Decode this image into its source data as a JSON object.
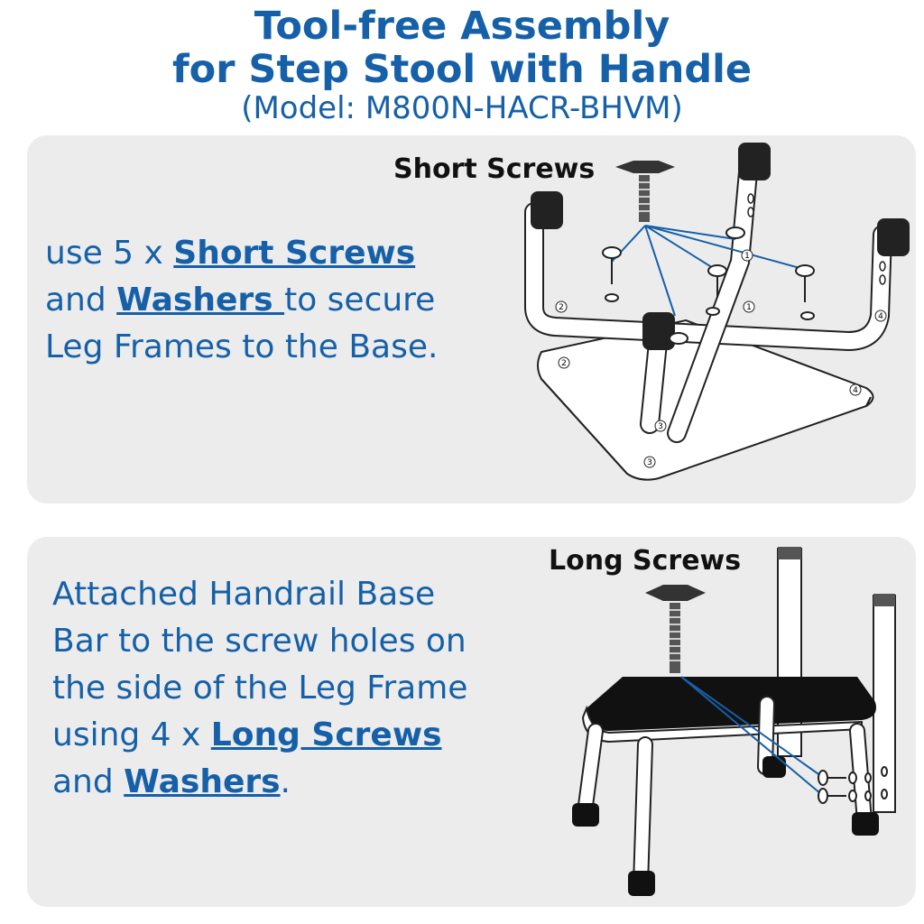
{
  "header": {
    "title_line1": "Tool-free Assembly",
    "title_line2": "for Step Stool with Handle",
    "model": "(Model: M800N-HACR-BHVM)"
  },
  "step1": {
    "label": "Short Screws",
    "text": {
      "p1": "use 5 x ",
      "l1": "Short Screws",
      "p2": "and ",
      "l2": "Washers ",
      "p3": "to secure Leg Frames to the Base."
    },
    "diagram_numbers": [
      "1",
      "2",
      "3",
      "4"
    ]
  },
  "step2": {
    "label": "Long Screws",
    "text": {
      "p1": "Attached Handrail Base Bar to the screw holes on the side of the Leg Frame using 4 x ",
      "l1": "Long Screws",
      "p2": " and ",
      "l2": "Washers",
      "p3": "."
    }
  },
  "colors": {
    "accent": "#1560a8",
    "panel": "#ececec"
  }
}
